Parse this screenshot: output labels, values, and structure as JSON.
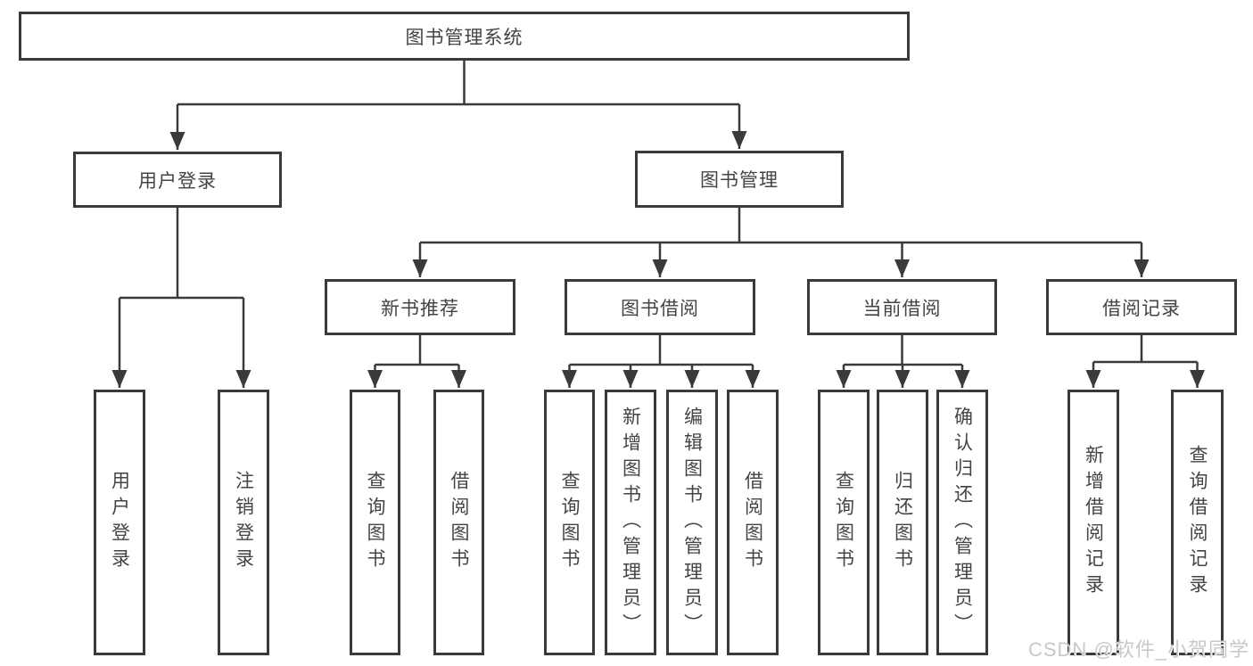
{
  "diagram": {
    "type": "hierarchy",
    "watermark": "CSDN @软件_小贺同学",
    "colors": {
      "line": "#3a3a3a",
      "box_border": "#3a3a3a",
      "box_background": "#ffffff",
      "text": "#444444",
      "watermark": "#c8c8c8"
    },
    "tree": {
      "label": "图书管理系统",
      "children": [
        {
          "label": "用户登录",
          "children": [
            {
              "label": "用户登录"
            },
            {
              "label": "注销登录"
            }
          ]
        },
        {
          "label": "图书管理",
          "children": [
            {
              "label": "新书推荐",
              "children": [
                {
                  "label": "查询图书"
                },
                {
                  "label": "借阅图书"
                }
              ]
            },
            {
              "label": "图书借阅",
              "children": [
                {
                  "label": "查询图书"
                },
                {
                  "label": "新增图书（管理员）"
                },
                {
                  "label": "编辑图书（管理员）"
                },
                {
                  "label": "借阅图书"
                }
              ]
            },
            {
              "label": "当前借阅",
              "children": [
                {
                  "label": "查询图书"
                },
                {
                  "label": "归还图书"
                },
                {
                  "label": "确认归还（管理员）"
                }
              ]
            },
            {
              "label": "借阅记录",
              "children": [
                {
                  "label": "新增借阅记录"
                },
                {
                  "label": "查询借阅记录"
                }
              ]
            }
          ]
        }
      ]
    }
  }
}
